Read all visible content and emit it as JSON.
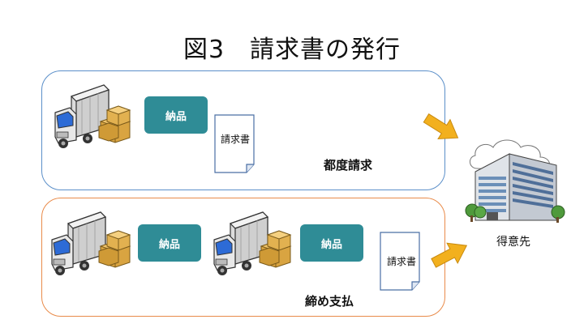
{
  "title": "図3　請求書の発行",
  "panels": [
    {
      "label": "都度請求",
      "chip": "納品",
      "doc": "請求書",
      "border_color": "#5b8fc9"
    },
    {
      "label": "締め支払",
      "chips": [
        "納品",
        "納品"
      ],
      "doc": "請求書",
      "border_color": "#e98b4a"
    }
  ],
  "destination": {
    "label": "得意先"
  },
  "colors": {
    "chip": "#2f8c96",
    "arrow": "#f2b01e"
  },
  "icons": [
    "delivery-truck-icon",
    "cardboard-boxes-icon",
    "invoice-document-icon",
    "office-building-icon",
    "arrow-icon"
  ]
}
